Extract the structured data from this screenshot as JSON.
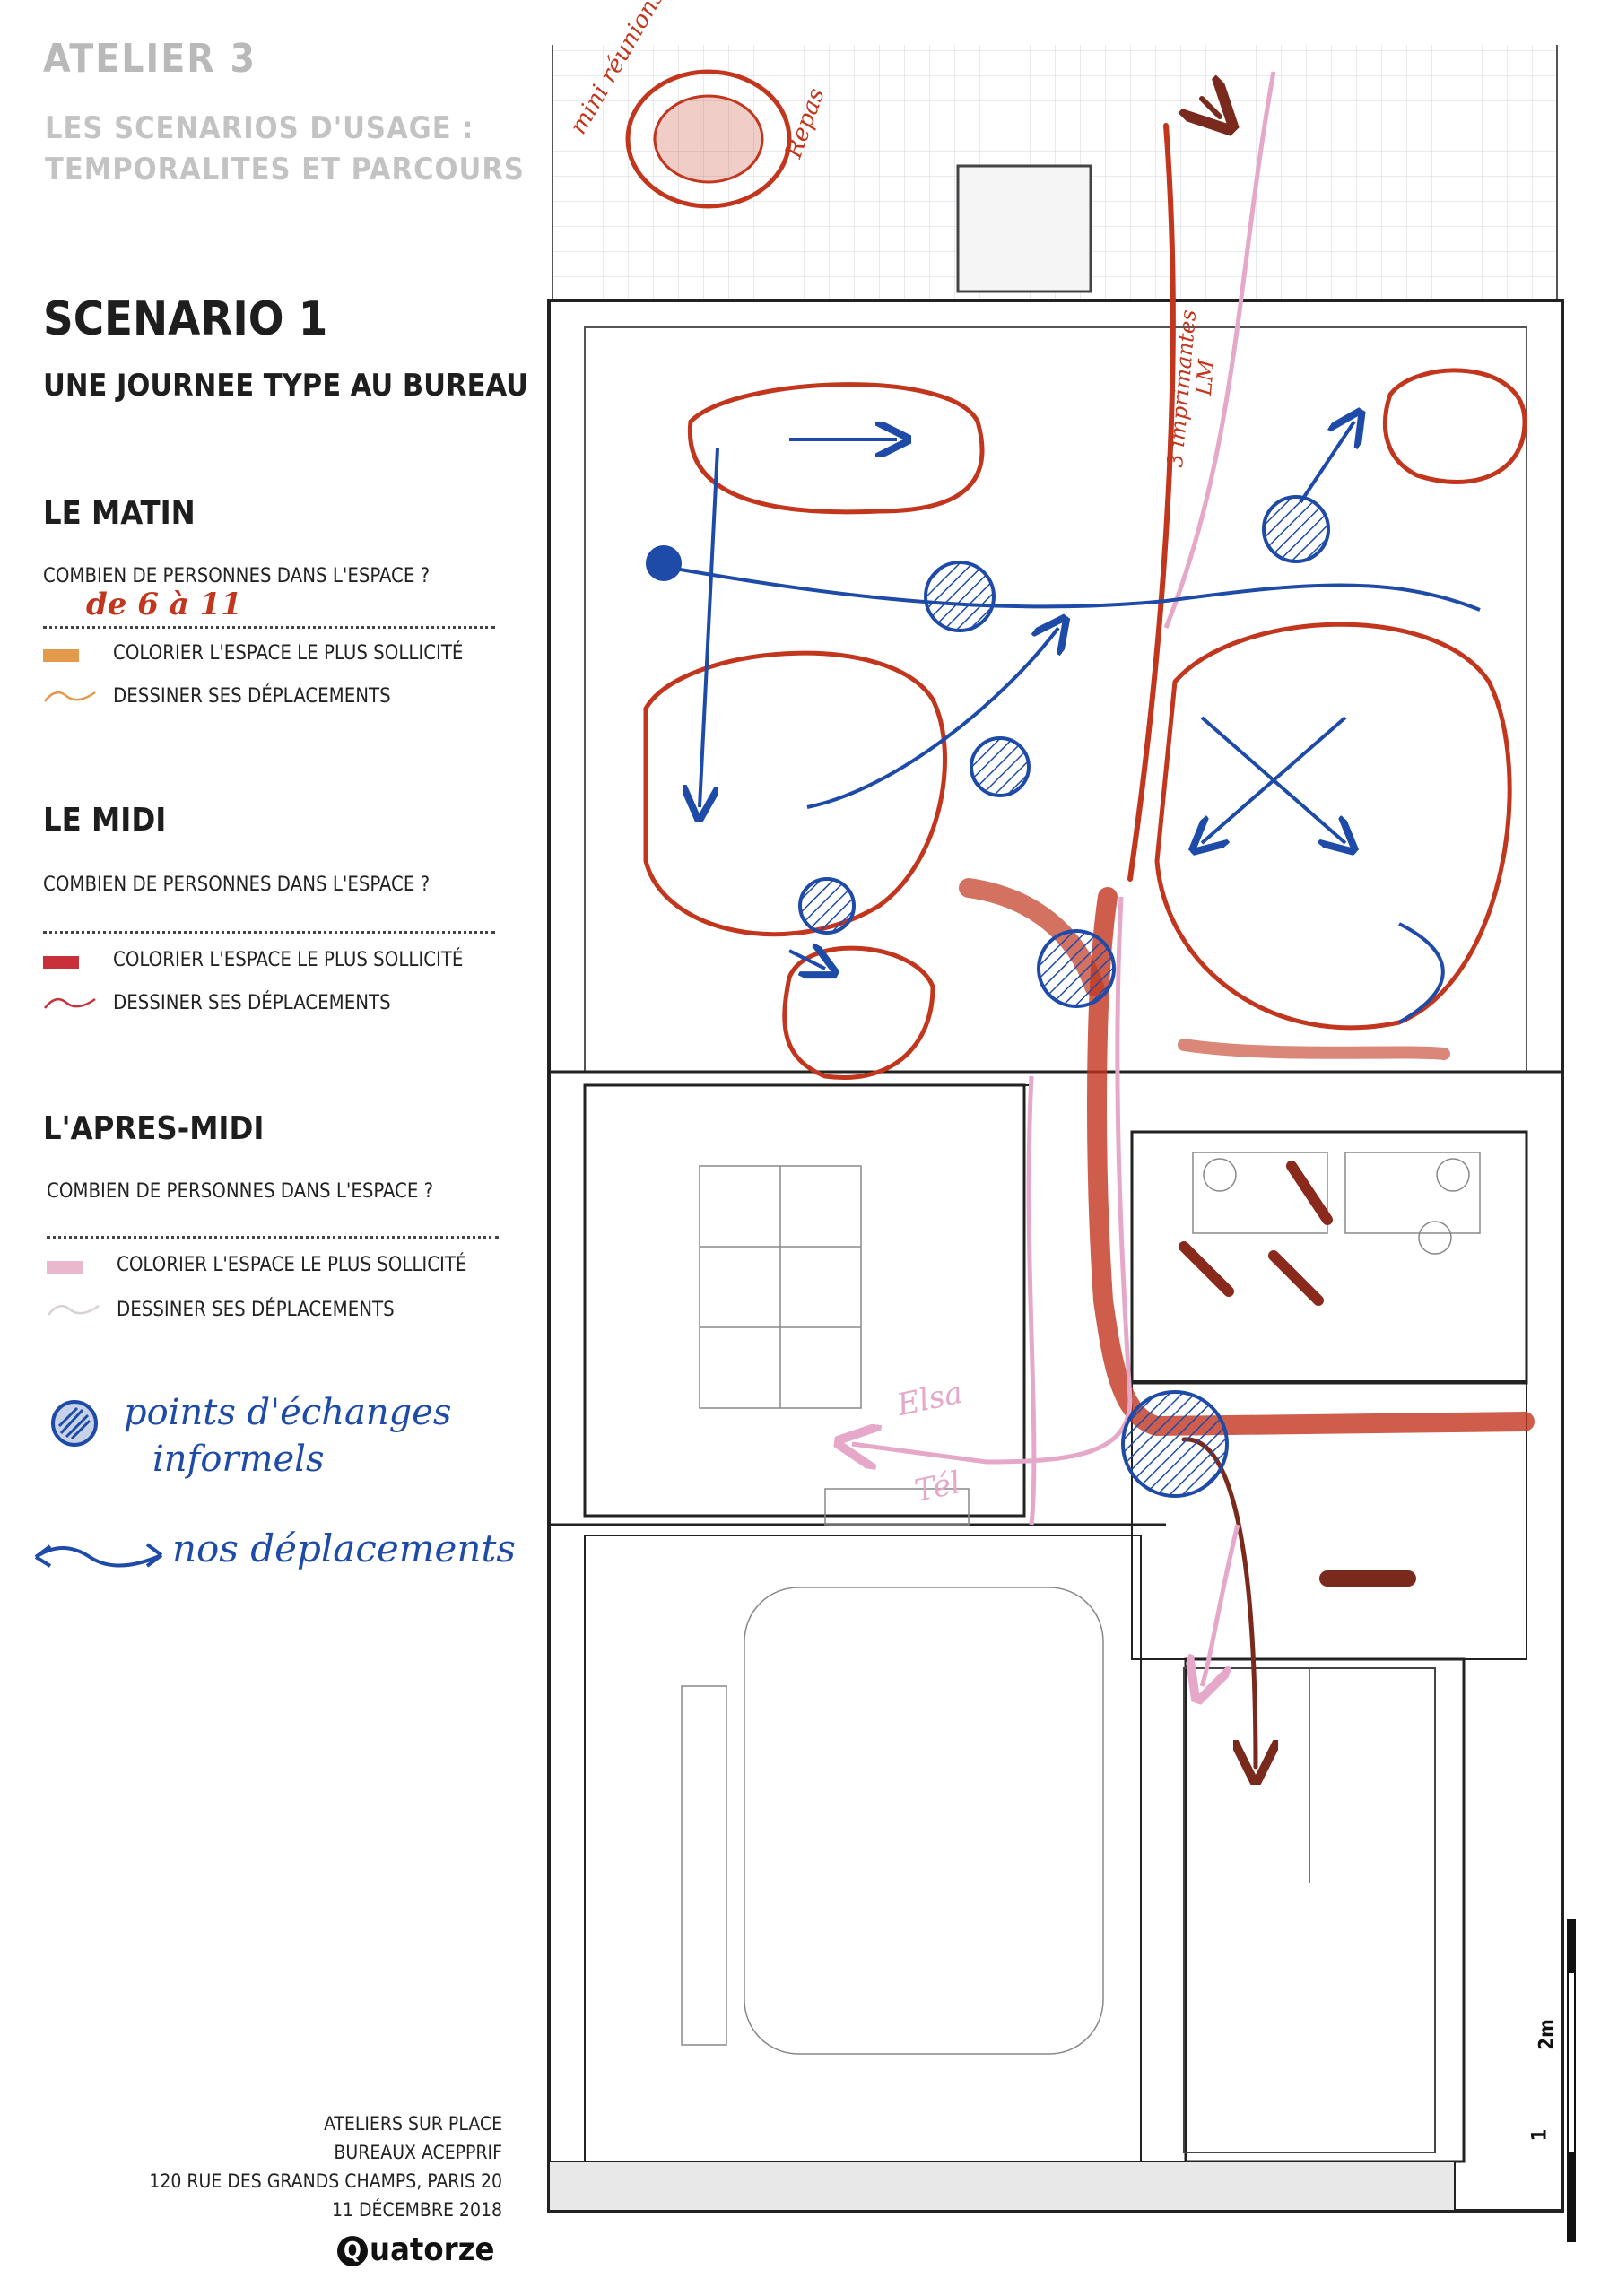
{
  "header": {
    "atelier": "ATELIER 3",
    "subtitle_line1": "LES SCENARIOS D'USAGE :",
    "subtitle_line2": "TEMPORALITES ET PARCOURS"
  },
  "scenario": {
    "title": "SCENARIO 1",
    "subtitle": "UNE JOURNEE TYPE AU BUREAU"
  },
  "periods": [
    {
      "title": "LE MATIN",
      "question": "COMBIEN DE PERSONNES DANS L'ESPACE ?",
      "answer": "de 6 à 11",
      "legend_fill": "COLORIER L'ESPACE LE PLUS SOLLICITÉ",
      "legend_path": "DESSINER SES DÉPLACEMENTS",
      "color": "#e39a4c"
    },
    {
      "title": "LE MIDI",
      "question": "COMBIEN DE PERSONNES DANS L'ESPACE ?",
      "answer": "",
      "legend_fill": "COLORIER L'ESPACE LE PLUS SOLLICITÉ",
      "legend_path": "DESSINER SES DÉPLACEMENTS",
      "color": "#c8313a"
    },
    {
      "title": "L'APRES-MIDI",
      "question": "COMBIEN DE PERSONNES DANS L'ESPACE ?",
      "answer": "",
      "legend_fill": "COLORIER L'ESPACE LE PLUS SOLLICITÉ",
      "legend_path": "DESSINER SES DÉPLACEMENTS",
      "color": "#e9b8cc"
    }
  ],
  "handwritten_legend": {
    "points_line1": "points d'échanges",
    "points_line2": "informels",
    "moves": "nos déplacements",
    "ink_color": "#1e4aa8"
  },
  "plan_annotations": {
    "mini_reunion": "mini réunions",
    "repas": "Repas",
    "imprimantes_1": "3 imprimantes",
    "imprimantes_2": "LM",
    "elsa": "Elsa",
    "tel": "Tél",
    "red_ink": "#c2361e",
    "pink_ink": "#e6a8c8",
    "brown_ink": "#7a2a1c"
  },
  "scale": {
    "label_2m": "2m",
    "label_1": "1"
  },
  "footer": {
    "line1": "ATELIERS SUR PLACE",
    "line2": "BUREAUX ACEPPRIF",
    "line3": "120 RUE DES GRANDS CHAMPS, PARIS 20",
    "line4": "11 DÉCEMBRE 2018",
    "logo_letter": "Q",
    "logo_rest": "uatorze"
  }
}
